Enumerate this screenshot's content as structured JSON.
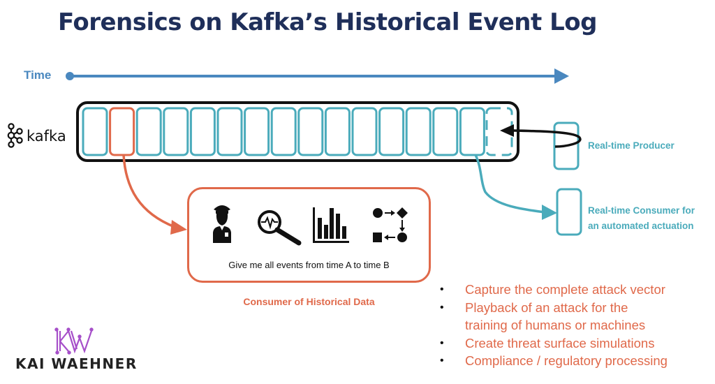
{
  "title": "Forensics on Kafka’s Historical Event Log",
  "timeline": {
    "label": "Time"
  },
  "kafka": {
    "logo_icon": "kafka-logo-icon",
    "label": "kafka"
  },
  "event_log": {
    "slot_count": 15,
    "highlighted_slot_index": 1,
    "has_pending_slot": true,
    "colors": {
      "slot": "#4aabbb",
      "highlight": "#e0694a",
      "container": "#111111"
    }
  },
  "producer": {
    "label": "Real-time Producer"
  },
  "realtime_consumer": {
    "label_line1": "Real-time Consumer for",
    "label_line2": "an automated actuation"
  },
  "historical_consumer": {
    "icons": [
      "police-officer-icon",
      "magnifier-pulse-icon",
      "bar-chart-icon",
      "workflow-icon"
    ],
    "query_text": "Give me all events from time A to time B",
    "label": "Consumer of Historical Data"
  },
  "use_cases": [
    {
      "bullet": "•",
      "text": "Capture the complete attack vector"
    },
    {
      "bullet": "•",
      "text": "Playback of an attack for the training of humans or machines"
    },
    {
      "bullet": "•",
      "text": "Create threat surface simulations"
    },
    {
      "bullet": "•",
      "text": "Compliance / regulatory processing"
    }
  ],
  "brand": {
    "monogram": "KW",
    "name": "KAI WAEHNER",
    "accent": "#a64fc9"
  },
  "colors": {
    "title": "#1f2f5a",
    "timeline": "#4a88bf",
    "teal": "#4aabbb",
    "orange": "#e0694a"
  }
}
